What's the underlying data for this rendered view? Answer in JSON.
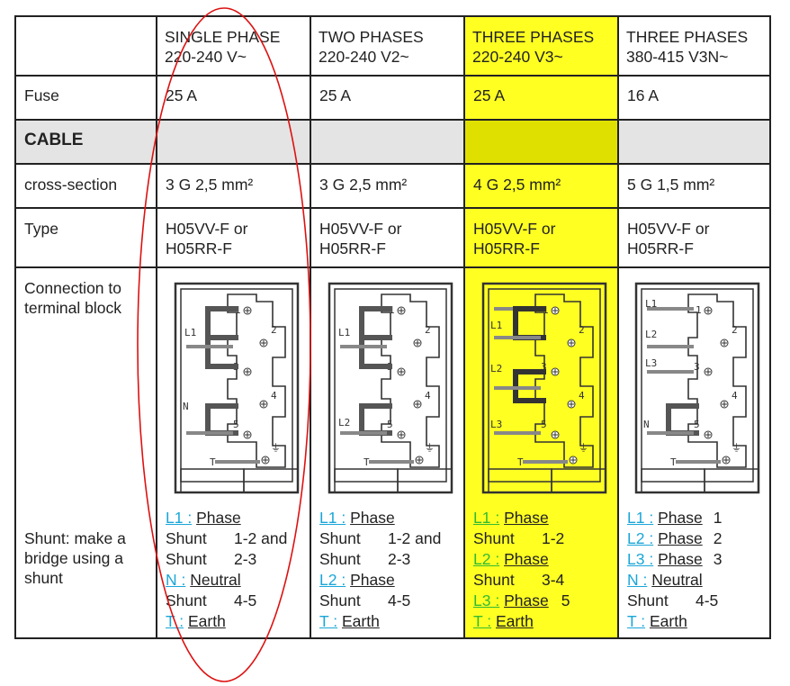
{
  "columns": [
    {
      "title": "SINGLE PHASE",
      "voltage": "220-240 V~"
    },
    {
      "title": "TWO PHASES",
      "voltage": "220-240 V2~"
    },
    {
      "title": "THREE PHASES",
      "voltage": "220-240 V3~"
    },
    {
      "title": "THREE PHASES",
      "voltage": "380-415 V3N~"
    }
  ],
  "rows": {
    "fuse": {
      "label": "Fuse",
      "values": [
        "25 A",
        "25 A",
        "25 A",
        "16 A"
      ]
    },
    "cable": {
      "label": "CABLE"
    },
    "cross_section": {
      "label": "cross-section",
      "values": [
        "3 G 2,5 mm²",
        "3 G 2,5 mm²",
        "4 G 2,5 mm²",
        "5 G 1,5 mm²"
      ]
    },
    "type": {
      "label": "Type",
      "values": [
        [
          "H05VV-F or",
          "H05RR-F"
        ],
        [
          "H05VV-F or",
          "H05RR-F"
        ],
        [
          "H05VV-F or",
          "H05RR-F"
        ],
        [
          "H05VV-F or",
          "H05RR-F"
        ]
      ]
    },
    "connection": {
      "label_line1": "Connection to",
      "label_line2": "terminal block"
    },
    "shunt": {
      "label_line1": "Shunt: make a",
      "label_line2": "bridge using a",
      "label_line3": "shunt"
    }
  },
  "diagrams": [
    {
      "wires": [
        "L1",
        "N",
        "T"
      ],
      "terminals": [
        "1",
        "2",
        "3",
        "4",
        "5",
        "⏚"
      ]
    },
    {
      "wires": [
        "L1",
        "L2",
        "T"
      ],
      "terminals": [
        "1",
        "2",
        "3",
        "4",
        "5",
        "⏚"
      ]
    },
    {
      "wires": [
        "L1",
        "L2",
        "L3",
        "T"
      ],
      "terminals": [
        "1",
        "2",
        "3",
        "4",
        "5",
        "⏚"
      ]
    },
    {
      "wires": [
        "L1",
        "L2",
        "L3",
        "N",
        "T"
      ],
      "terminals": [
        "1",
        "2",
        "3",
        "4",
        "5",
        "⏚"
      ]
    }
  ],
  "shunt_text": [
    [
      {
        "type": "phase",
        "label": "L1 :",
        "desc": "Phase",
        "tail": ""
      },
      {
        "type": "shunt",
        "word": "Shunt",
        "range": "1-2 and"
      },
      {
        "type": "shunt",
        "word": "Shunt",
        "range": "2-3"
      },
      {
        "type": "phase",
        "label": "N :",
        "desc": "Neutral",
        "tail": ""
      },
      {
        "type": "shunt",
        "word": "Shunt",
        "range": "4-5"
      },
      {
        "type": "phase",
        "label": "T :",
        "desc": "Earth",
        "tail": ""
      }
    ],
    [
      {
        "type": "phase",
        "label": "L1 :",
        "desc": "Phase",
        "tail": ""
      },
      {
        "type": "shunt",
        "word": "Shunt",
        "range": "1-2 and"
      },
      {
        "type": "shunt",
        "word": "Shunt",
        "range": "2-3"
      },
      {
        "type": "phase",
        "label": "L2 :",
        "desc": "Phase",
        "tail": ""
      },
      {
        "type": "shunt",
        "word": "Shunt",
        "range": "4-5"
      },
      {
        "type": "phase",
        "label": "T :",
        "desc": "Earth",
        "tail": ""
      }
    ],
    [
      {
        "type": "phase",
        "label": "L1 :",
        "desc": "Phase",
        "tail": ""
      },
      {
        "type": "shunt",
        "word": "Shunt",
        "range": "1-2"
      },
      {
        "type": "phase",
        "label": "L2 :",
        "desc": "Phase",
        "tail": ""
      },
      {
        "type": "shunt",
        "word": "Shunt",
        "range": "3-4"
      },
      {
        "type": "phase",
        "label": "L3 :",
        "desc": "Phase",
        "tail": "5"
      },
      {
        "type": "phase",
        "label": "T :",
        "desc": "Earth",
        "tail": ""
      }
    ],
    [
      {
        "type": "phase",
        "label": "L1 :",
        "desc": "Phase",
        "tail": "1"
      },
      {
        "type": "phase",
        "label": "L2 :",
        "desc": "Phase",
        "tail": "2"
      },
      {
        "type": "phase",
        "label": "L3 :",
        "desc": "Phase",
        "tail": "3"
      },
      {
        "type": "phase",
        "label": "N :",
        "desc": "Neutral",
        "tail": ""
      },
      {
        "type": "shunt",
        "word": "Shunt",
        "range": "4-5"
      },
      {
        "type": "phase",
        "label": "T :",
        "desc": "Earth",
        "tail": ""
      }
    ]
  ],
  "colors": {
    "highlight": "#ffff22",
    "highlight_dark": "#e0e000",
    "cable_band": "#e4e4e4",
    "link_blue": "#1aa6d8",
    "link_green": "#33bb33",
    "ellipse": "#dd1111",
    "grid": "#222222"
  }
}
